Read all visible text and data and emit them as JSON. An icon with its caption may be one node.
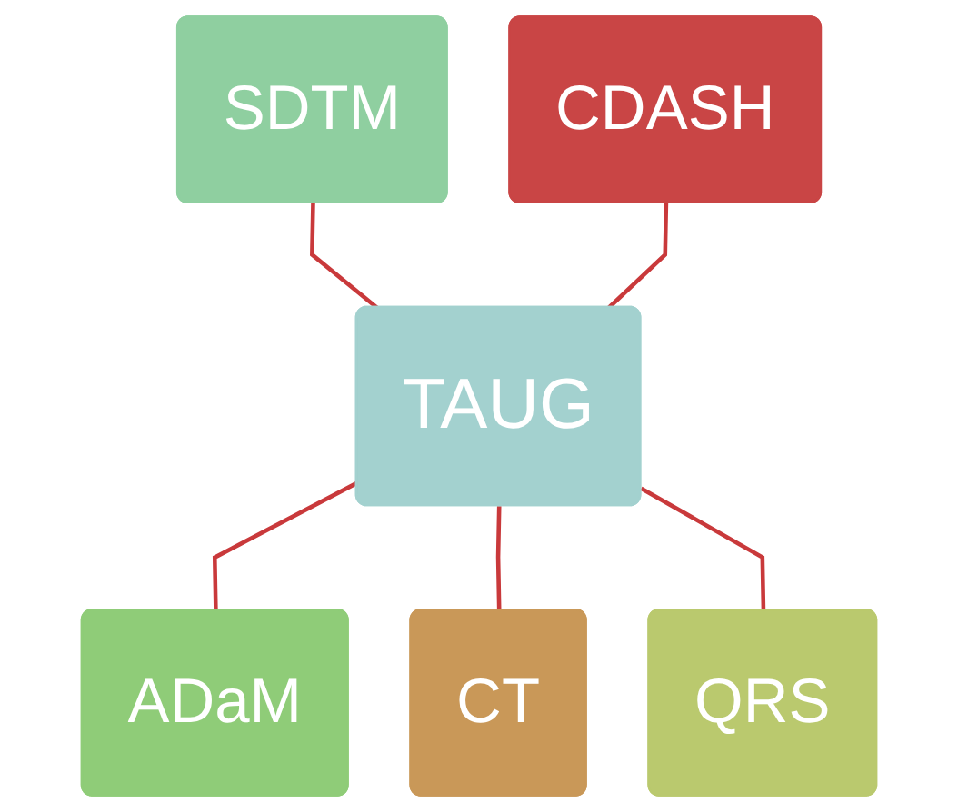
{
  "diagram": {
    "nodes": [
      {
        "text": [
          "SDTM"
        ]
      },
      {
        "text": [
          "CDASH"
        ]
      },
      {
        "text": [
          "TAUG"
        ]
      },
      {
        "text": [
          "ADaM"
        ]
      },
      {
        "text": [
          "CT"
        ]
      },
      {
        "text": [
          "QRS"
        ]
      }
    ],
    "edges": [
      {
        "from": 0,
        "to": 2,
        "arrow": "none"
      },
      {
        "from": 1,
        "to": 2,
        "arrow": "none"
      },
      {
        "from": 2,
        "to": 3,
        "arrow": "none"
      },
      {
        "from": 2,
        "to": 4,
        "arrow": "none"
      },
      {
        "from": 2,
        "to": 5,
        "arrow": "none"
      }
    ]
  }
}
